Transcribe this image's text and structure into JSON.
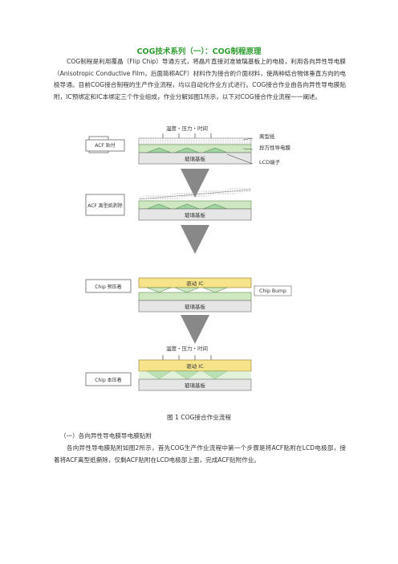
{
  "title": "COG技术系列（一）：COG制程原理",
  "intro": "COG制程是利用覆晶（Flip Chip）导通方式，将晶片直接对准玻璃基板上的电极，利用各向异性导电膜（Anisotropic Conductive Film，后面简称ACF）材料作为接合的介面材料，使两种结合物体垂直方向的电极导通。目前COG接合制程的生产作业流程，均以自动化作业方式进行。COG接合作业由各向异性导电膜贴附，IC预绑定和IC本绑定三个作业组成，作业分解如图1所示，以下对COG接合作业流程一一阐述。",
  "figure": {
    "stages": [
      {
        "label": "ACF 贴付",
        "top_text": "温度・压力・时间",
        "substrate": "玻璃基板",
        "callouts": [
          "离型纸",
          "异方性导电膜",
          "LCD端子"
        ]
      },
      {
        "label": "ACF 离型纸剥除",
        "substrate": "玻璃基板"
      },
      {
        "label": "Chip 预压着",
        "ic": "驱动 IC",
        "substrate": "玻璃基板",
        "callouts": [
          "Chip Bump"
        ]
      },
      {
        "label": "Chip 本压着",
        "top_text": "温度・压力・时间",
        "ic": "驱动 IC",
        "substrate": "玻璃基板"
      }
    ],
    "colors": {
      "stage_box": "#f2f2f2",
      "acf": "#cfe8c2",
      "ic": "#f7e38a",
      "substrate": "#e6e6e6",
      "arrow": "#b3b3b3"
    }
  },
  "caption": "图 1 COG接合作业流程",
  "section_heading": "（一）各向异性导电膜导电膜贴附",
  "section_text": "各向异性导电膜贴附如图2所示，首先COG生产作业流程中第一个步骤是将ACF贴附在LCD电极部，接着将ACF离型纸撕除，仅剩ACF贴附在LCD电极部上面，完成ACF贴附作业。"
}
